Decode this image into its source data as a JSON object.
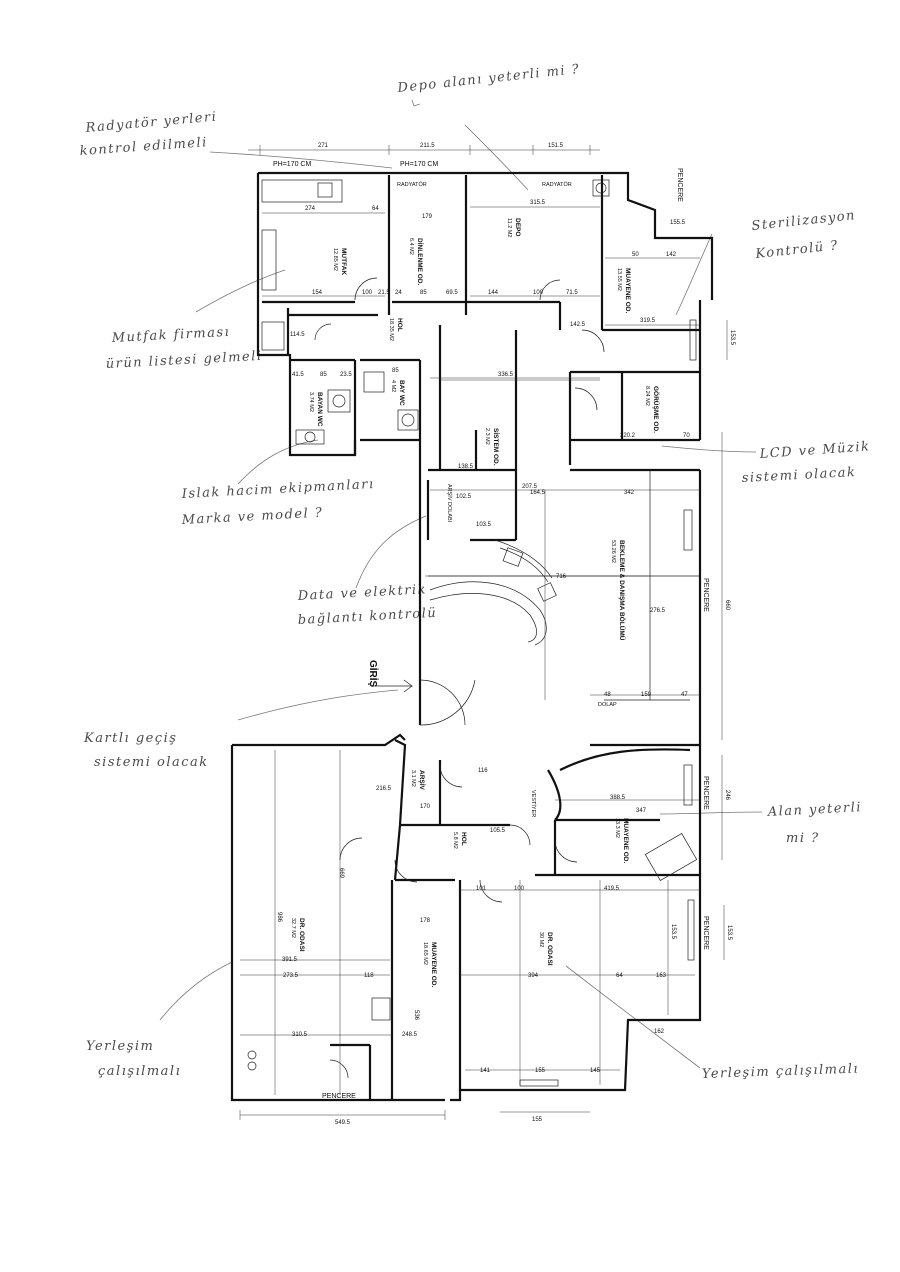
{
  "notes": {
    "depo": "Depo alanı yeterli mi ?",
    "radyator1": "Radyatör yerleri",
    "radyator2": "kontrol edilmeli",
    "sterilizasyon1": "Sterilizasyon",
    "sterilizasyon2": "Kontrolü ?",
    "mutfak1": "Mutfak firması",
    "mutfak2": "ürün listesi gelmeli",
    "lcd1": "LCD ve Müzik",
    "lcd2": "sistemi olacak",
    "islak1": "Islak hacim ekipmanları",
    "islak2": "Marka ve model ?",
    "data1": "Data ve elektrik",
    "data2": "bağlantı kontrolü",
    "kartli1": "Kartlı geçiş",
    "kartli2": "sistemi olacak",
    "alan1": "Alan yeterli",
    "alan2": "mi ?",
    "yerlesim_left1": "Yerleşim",
    "yerlesim_left2": "çalışılmalı",
    "yerlesim_right": "Yerleşim çalışılmalı"
  },
  "labels": {
    "ph1": "PH=170 CM",
    "ph2": "PH=170 CM",
    "pencere_top": "PENCERE",
    "pencere_right1": "PENCERE",
    "pencere_right2": "PENCERE",
    "pencere_right3": "PENCERE",
    "pencere_bottom": "PENCERE",
    "radyator_a": "RADYATÖR",
    "radyator_b": "RADYATÖR",
    "giris": "GİRİŞ",
    "vestiyer": "VESTİYER",
    "dolap": "DOLAP"
  },
  "rooms": [
    {
      "name": "MUTFAK",
      "area": "12.85 M2"
    },
    {
      "name": "DİNLENME OD.",
      "area": "6.4 M2"
    },
    {
      "name": "DEPO",
      "area": "11.2 M2"
    },
    {
      "name": "MUAYENE OD.",
      "area": "13.55 M2"
    },
    {
      "name": "HOL",
      "area": "18.35 M2"
    },
    {
      "name": "BAY WC",
      "area": "4 M2"
    },
    {
      "name": "BAYAN WC",
      "area": "3.74 M2"
    },
    {
      "name": "GÖRÜŞME OD.",
      "area": "8.24 M2"
    },
    {
      "name": "SİSTEM OD.",
      "area": "2.3 M2"
    },
    {
      "name": "ARŞİV DOLABI",
      "area": ""
    },
    {
      "name": "BEKLEME & DANIŞMA BÖLÜMÜ",
      "area": "53.26 M2"
    },
    {
      "name": "ARŞİV",
      "area": "3.1 M2"
    },
    {
      "name": "HOL",
      "area": "5.8 M2"
    },
    {
      "name": "MUAYENE OD.",
      "area": "13.3 M2"
    },
    {
      "name": "DR. ODASI",
      "area": "32.7 M2"
    },
    {
      "name": "MUAYENE OD.",
      "area": "18.65 M2"
    },
    {
      "name": "DR. ODASI",
      "area": "30 M2"
    }
  ],
  "dims": {
    "top1": "271",
    "top2": "211.5",
    "top3": "151.5",
    "d274": "274",
    "d64": "64",
    "d179": "179",
    "d3155": "315.5",
    "d155a": "155.5",
    "d50": "50",
    "d142": "142",
    "d154": "154",
    "d100a": "100",
    "d215": "21.5",
    "d24": "24",
    "d85a": "85",
    "d695": "69.5",
    "d144": "144",
    "d100b": "100",
    "d715": "71.5",
    "d3195": "319.5",
    "d1425": "142.5",
    "d1145": "114.5",
    "d3365": "336.5",
    "d415": "41.5",
    "d85b": "85",
    "d235": "23.5",
    "d85c": "85",
    "d2202": "220.2",
    "d70": "70",
    "d1385": "138.5",
    "d2075": "207.5",
    "d1645": "164.5",
    "d342": "342",
    "d1025": "102.5",
    "d1035": "103.5",
    "d716": "716",
    "d2765": "276.5",
    "d48": "48",
    "d159": "159",
    "d47": "47",
    "d660": "660",
    "d116": "116",
    "d3885": "388.5",
    "d2155": "216.5",
    "d170": "170",
    "d1055": "105.5",
    "d347": "347",
    "d4195": "419.5",
    "d101": "101",
    "d100c": "100",
    "d178": "178",
    "d3915": "391.5",
    "d2735": "273.5",
    "d118": "118",
    "d394": "394",
    "d64b": "64",
    "d163": "163",
    "d3105": "310.5",
    "d2485": "248.5",
    "d162": "162",
    "d141": "141",
    "d155b": "155",
    "d145": "145",
    "d5495": "549.5",
    "d155c": "155",
    "d246": "246",
    "d1535a": "153.5",
    "d1535b": "153.5",
    "d986": "986",
    "d669": "669",
    "d536": "536",
    "d1535c": "153.5"
  }
}
